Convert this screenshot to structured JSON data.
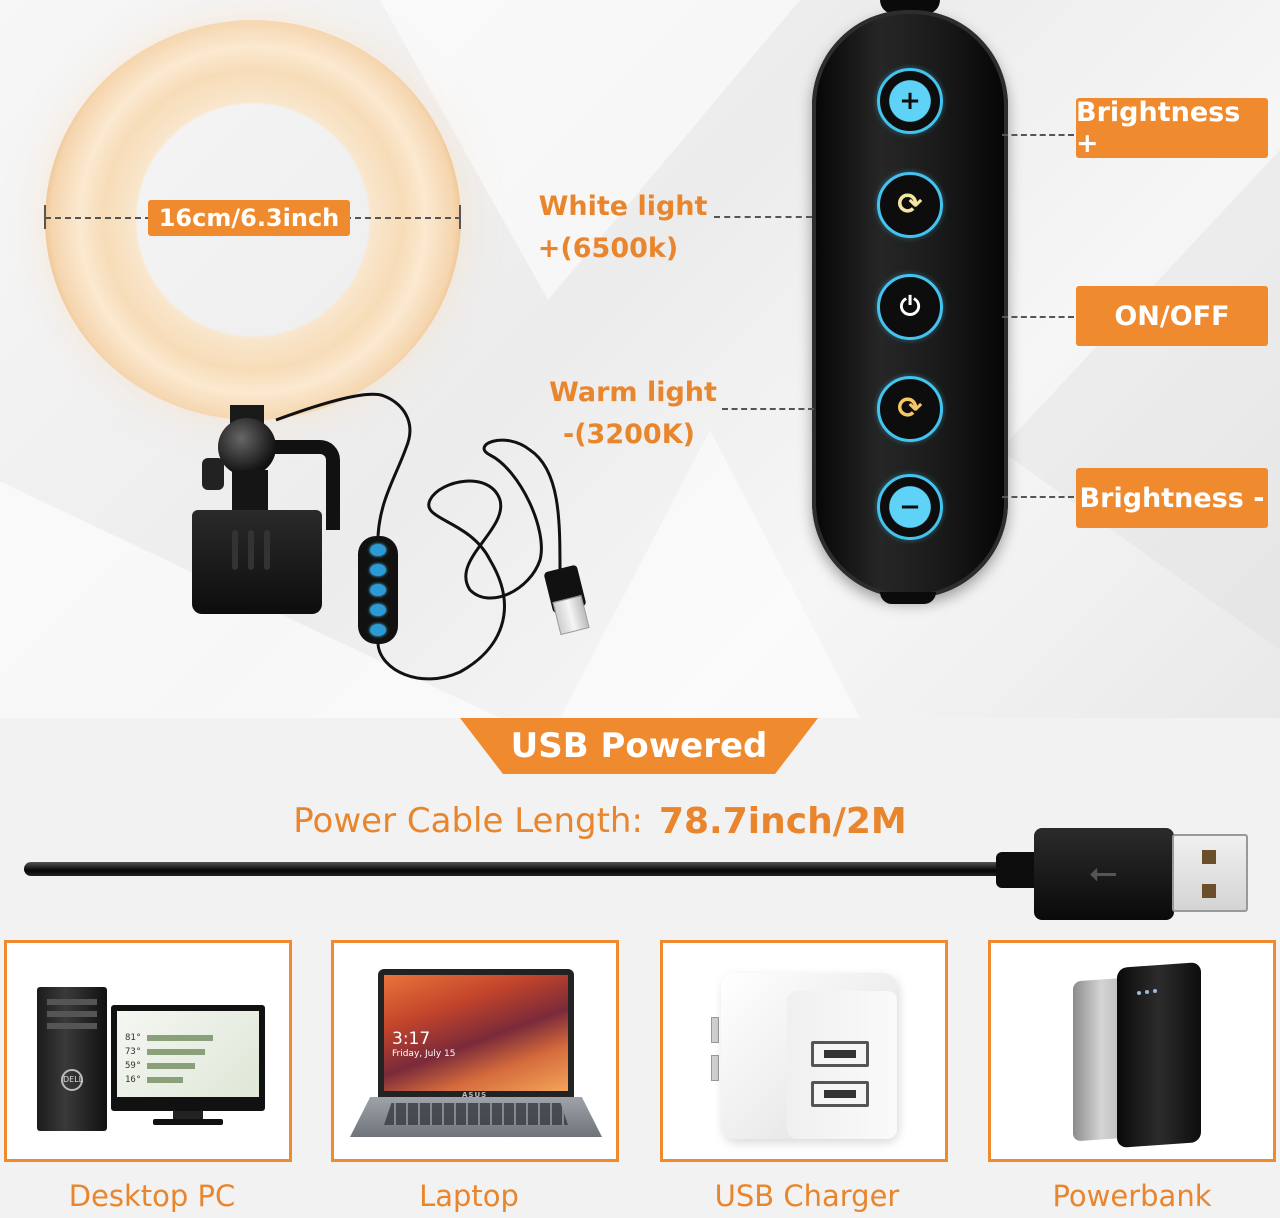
{
  "ring": {
    "dimension_label": "16cm/6.3inch"
  },
  "controller": {
    "buttons": [
      {
        "icon": "plus-icon",
        "symbol": "+"
      },
      {
        "icon": "cycle-cool-icon",
        "symbol": "⟳"
      },
      {
        "icon": "power-icon",
        "symbol": "⏻"
      },
      {
        "icon": "cycle-warm-icon",
        "symbol": "⟳"
      },
      {
        "icon": "minus-icon",
        "symbol": "−"
      }
    ]
  },
  "labels": {
    "brightness_plus": "Brightness +",
    "on_off": "ON/OFF",
    "brightness_minus": "Brightness -",
    "white_light_line1": "White light",
    "white_light_line2": "+(6500k)",
    "warm_light_line1": "Warm light",
    "warm_light_line2": "-(3200K)"
  },
  "usb": {
    "banner": "USB Powered",
    "cable_length_label": "Power Cable Length:",
    "cable_length_value": "78.7inch/2M",
    "usb_symbol": "⭠"
  },
  "devices": [
    {
      "label": "Desktop PC"
    },
    {
      "label": "Laptop"
    },
    {
      "label": "USB Charger"
    },
    {
      "label": "Powerbank"
    }
  ],
  "desktop_screen": {
    "readouts": [
      "81°",
      "73°",
      "59°",
      "16°"
    ],
    "tower_brand": "DELL"
  },
  "laptop_screen": {
    "time": "3:17",
    "date": "Friday, July 15",
    "brand": "ASUS"
  },
  "colors": {
    "accent_orange": "#f08a2f",
    "text_orange": "#e9852c",
    "button_blue": "#43c4ef"
  }
}
